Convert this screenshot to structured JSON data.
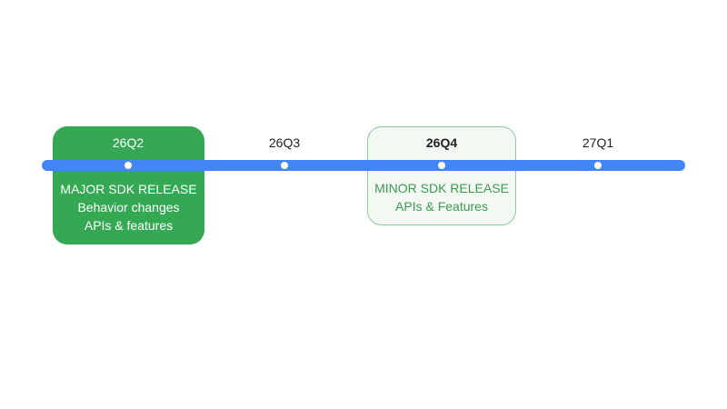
{
  "timeline": {
    "bar_color": "#4285f4",
    "quarters": [
      {
        "label": "26Q2"
      },
      {
        "label": "26Q3"
      },
      {
        "label": "26Q4"
      },
      {
        "label": "27Q1"
      }
    ]
  },
  "releases": {
    "major": {
      "color": "#34a853",
      "lines": [
        "MAJOR SDK RELEASE",
        "Behavior changes",
        "APIs & features"
      ]
    },
    "minor": {
      "color": "#f3f8f3",
      "border_color": "#8fc79a",
      "text_color": "#3c9a52",
      "lines": [
        "MINOR SDK RELEASE",
        "APIs & Features"
      ]
    }
  }
}
